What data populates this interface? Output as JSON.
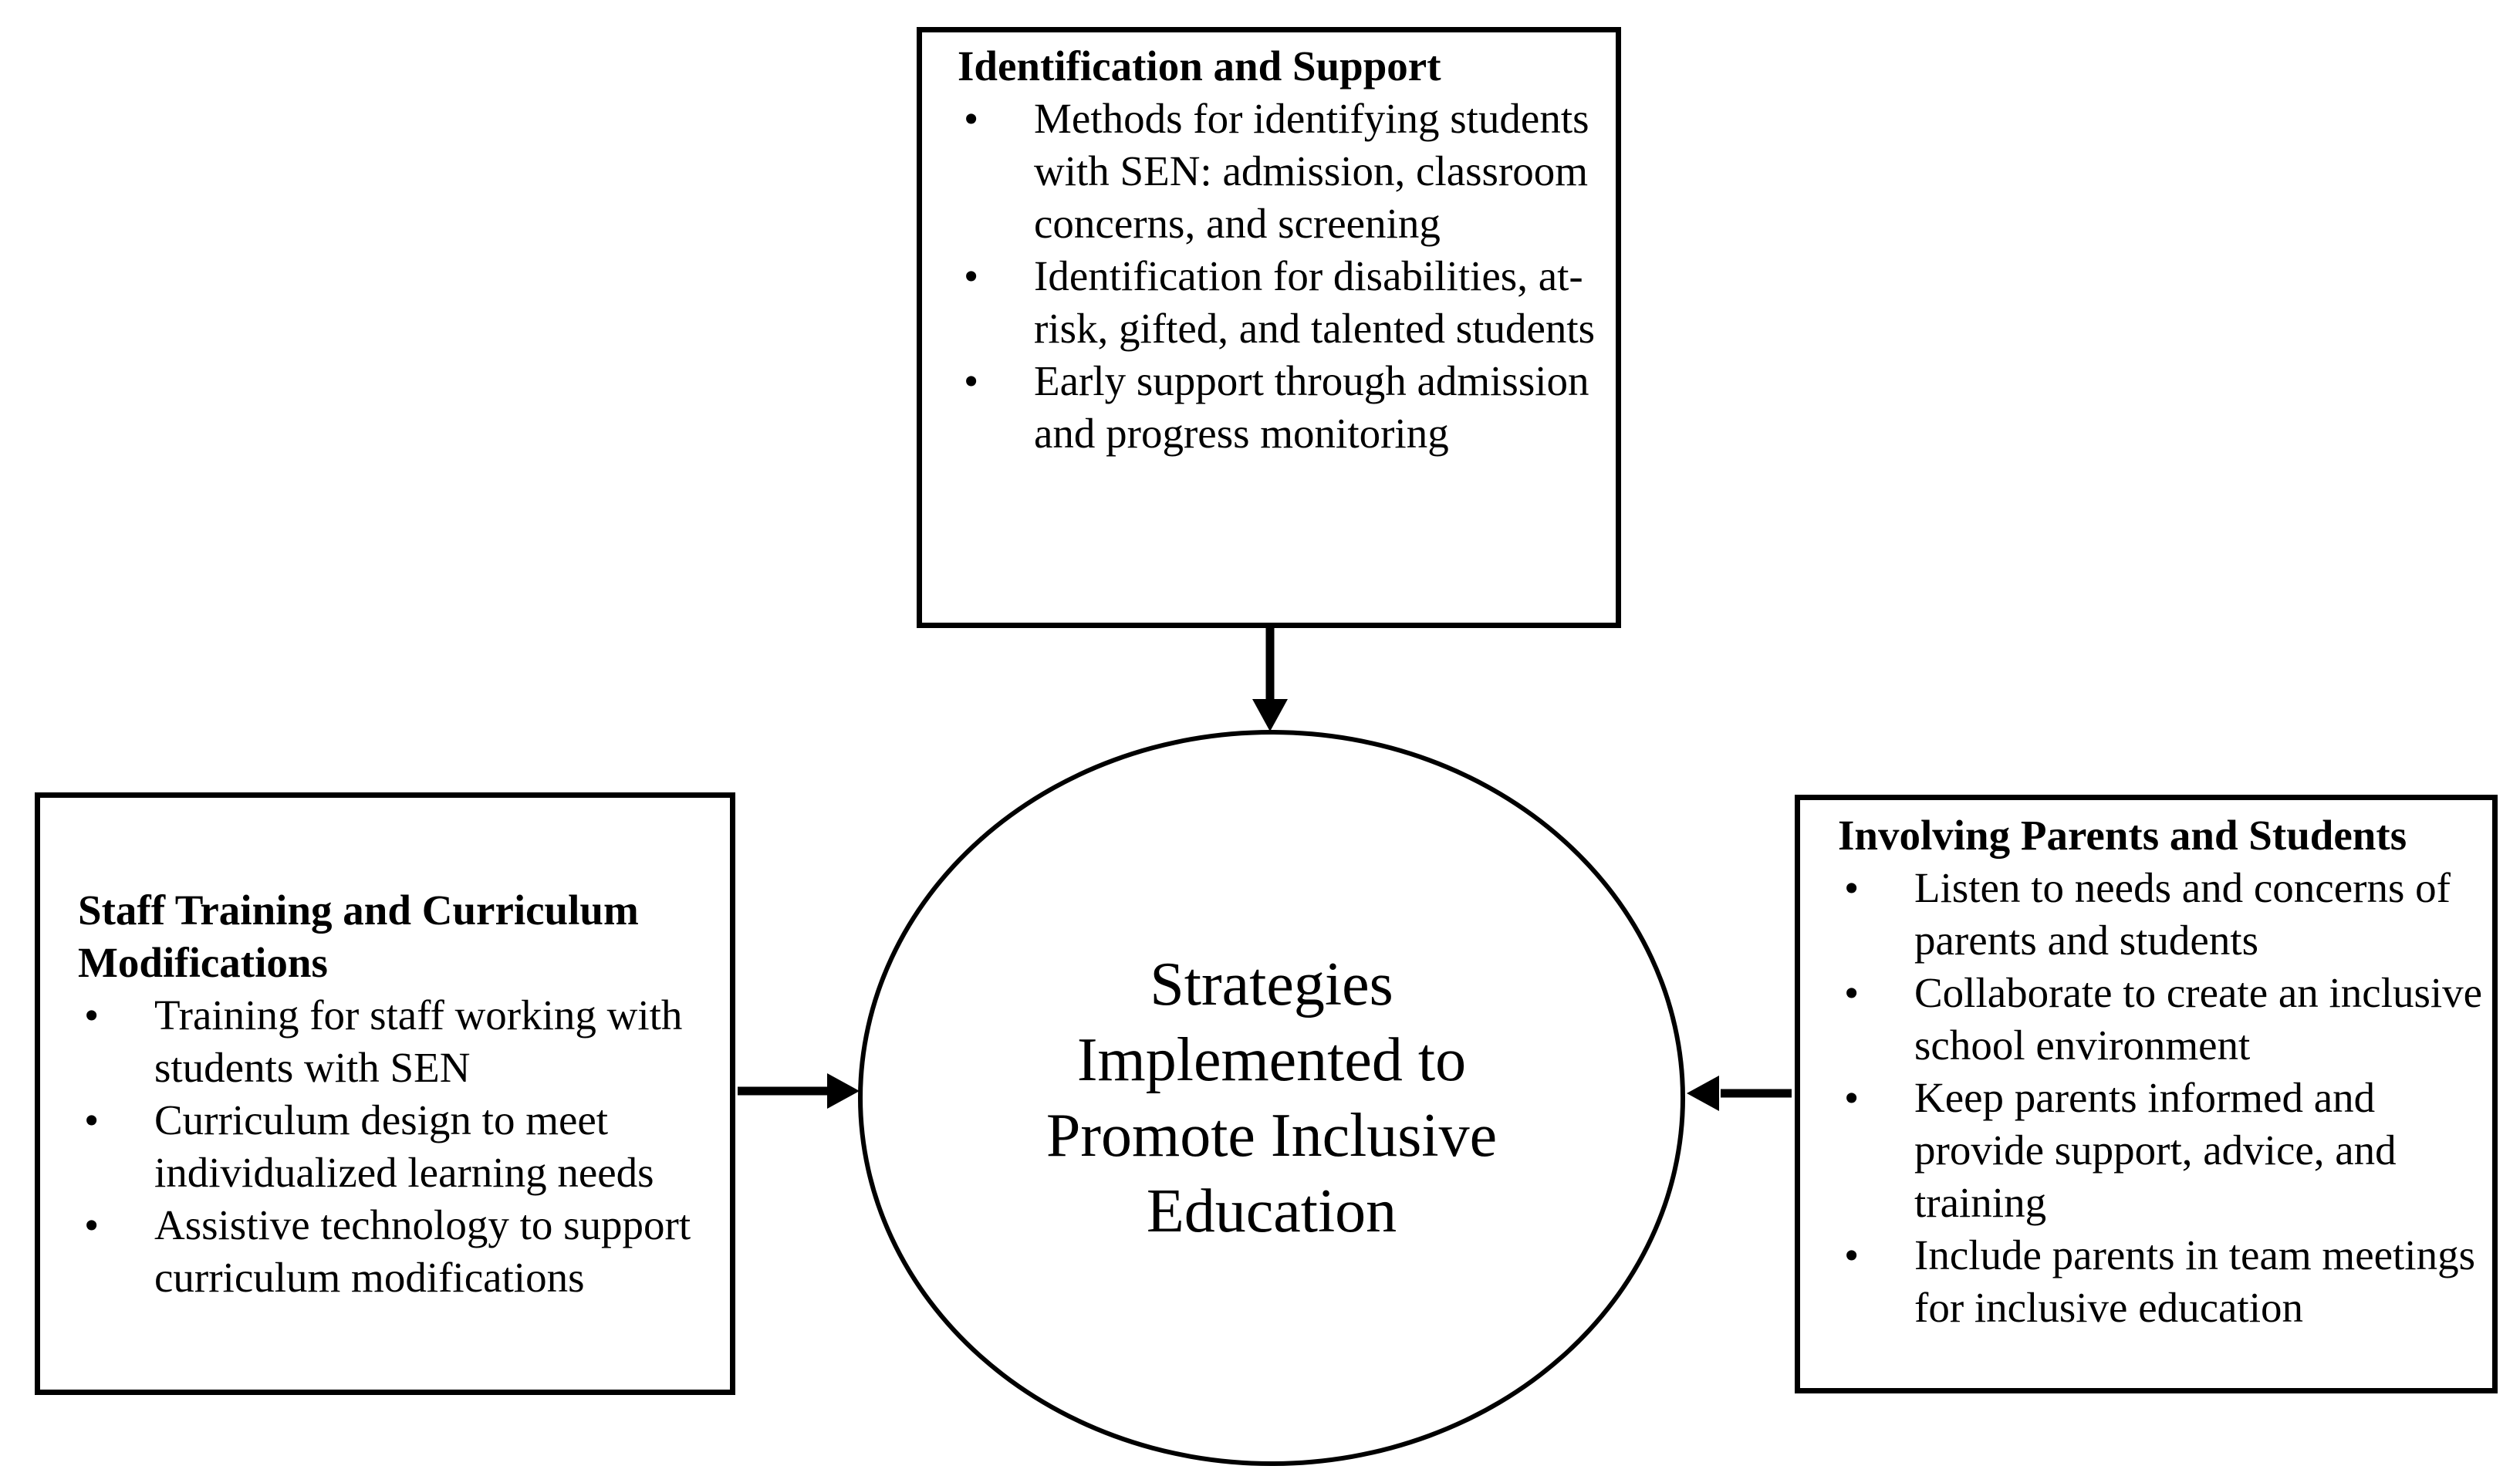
{
  "center": {
    "lines": [
      "Strategies",
      "Implemented to",
      "Promote Inclusive",
      "Education"
    ]
  },
  "boxes": {
    "top": {
      "title": "Identification and Support",
      "bullets": [
        "Methods for identifying students with SEN: admission, classroom concerns, and screening",
        "Identification for disabilities, at-risk, gifted, and talented students",
        "Early support through admission and progress monitoring"
      ]
    },
    "left": {
      "title": "Staff Training and Curriculum Modifications",
      "bullets": [
        "Training for staff working with students with SEN",
        "Curriculum design to meet individualized learning needs",
        "Assistive technology to support curriculum modifications"
      ]
    },
    "right": {
      "title": "Involving Parents and Students",
      "bullets": [
        "Listen to needs and concerns of parents and students",
        "Collaborate to create an inclusive school environment",
        "Keep parents informed and provide support, advice, and training",
        "Include parents in team meetings for inclusive education"
      ]
    }
  },
  "colors": {
    "ink": "#000000",
    "background": "#ffffff"
  }
}
